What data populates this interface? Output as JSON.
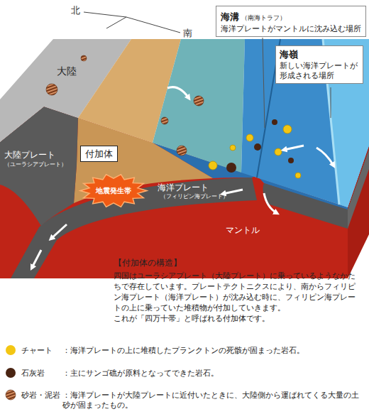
{
  "diagram": {
    "nodes": [
      {
        "text": [
          "海溝",
          "（南海トラフ）",
          "海洋プレートがマントルに沈み込む場所"
        ]
      },
      {
        "text": [
          "海嶺",
          "新しい海洋プレートが 形成される場所"
        ]
      },
      {
        "text": [
          "付加体"
        ]
      },
      {
        "text": [
          "地震発生帯"
        ]
      }
    ],
    "labels": [
      "北",
      "南",
      "大陸",
      "大陸プレート",
      "（ユーラシアプレート）",
      "海洋プレート",
      "（フィリピン海プレート）",
      "マントル",
      "【付加体の構造】",
      "四国はユーラシアプレート（大陸プレート）に乗っているようなかたちで存在しています。プレートテクトニクスにより、南からフィリピン海プレート（海洋プレート）が沈み込む時に、フィリピン海プレートの上に乗っていた堆積物が付加していきます。",
      "これが「四万十帯」と呼ばれる付加体です。",
      "：海洋プレートの上に堆積したプランクトンの死骸が固まった岩石。",
      "：主にサンゴ礁が原料となってできた岩石。",
      "：海洋プレートが大陸プレートに近付いたときに、大陸側から運ばれてくる大量の土砂が固まったもの。"
    ],
    "legend": [
      {
        "text": "チャート",
        "color": "#f3c613"
      },
      {
        "text": "石灰岩",
        "color": "#4a2412"
      },
      {
        "text": "砂岩・泥岩"
      }
    ]
  }
}
